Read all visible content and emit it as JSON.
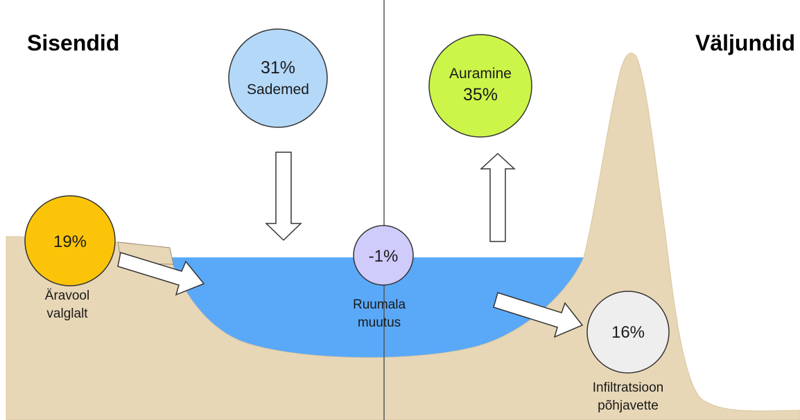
{
  "headings": {
    "inputs": "Sisendid",
    "outputs": "Väljundid"
  },
  "precipitation": {
    "percent": "31%",
    "label": "Sademed",
    "color": "#b4d8f8"
  },
  "evaporation": {
    "label": "Auramine",
    "percent": "35%",
    "color": "#ccf54a"
  },
  "runoff": {
    "percent": "19%",
    "label_line1": "Äravool",
    "label_line2": "valglalt",
    "color": "#fcc409"
  },
  "volume_change": {
    "percent": "-1%",
    "label_line1": "Ruumala",
    "label_line2": "muutus",
    "color": "#cfcbfb"
  },
  "infiltration": {
    "percent": "16%",
    "label_line1": "Infiltratsioon",
    "label_line2": "põhjavette",
    "color": "#eeeeee"
  },
  "colors": {
    "ground": "#e8d7b6",
    "water": "#5aa9f9",
    "outline": "#333333"
  }
}
